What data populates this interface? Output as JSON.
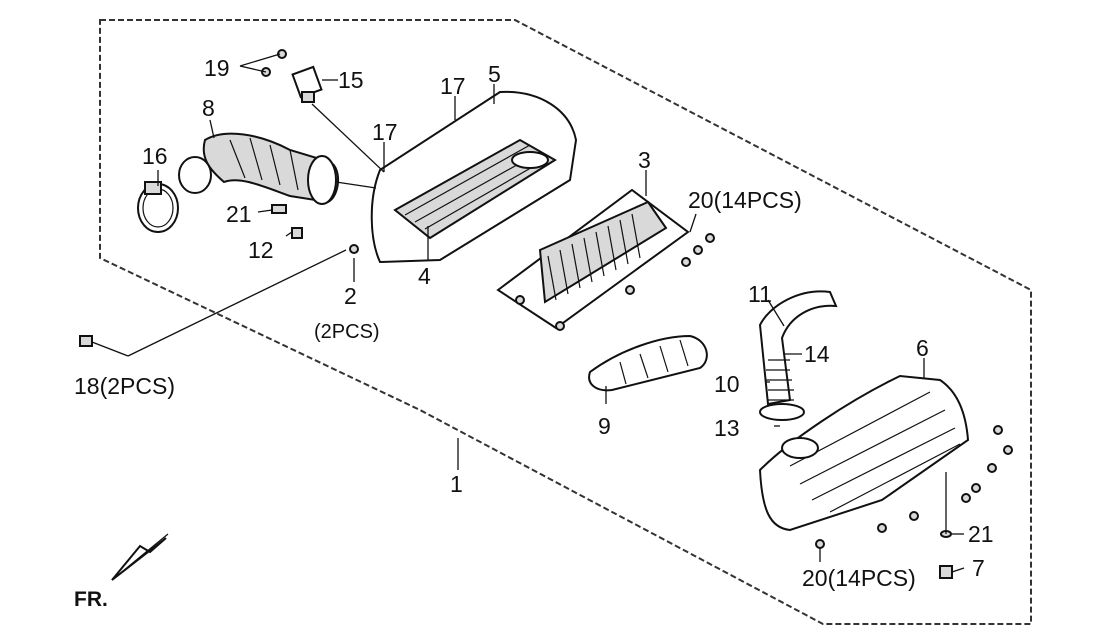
{
  "callouts": {
    "c1": "1",
    "c2": "2",
    "c2qty": "(2PCS)",
    "c3": "3",
    "c4": "4",
    "c5": "5",
    "c6": "6",
    "c7": "7",
    "c8": "8",
    "c9": "9",
    "c10": "10",
    "c11": "11",
    "c12": "12",
    "c13": "13",
    "c14": "14",
    "c15": "15",
    "c16": "16",
    "c17a": "17",
    "c17b": "17",
    "c18": "18(2PCS)",
    "c19": "19",
    "c20a": "20(14PCS)",
    "c20b": "20(14PCS)",
    "c21a": "21",
    "c21b": "21"
  },
  "orientation": {
    "label": "FR."
  },
  "icons": [
    "front-direction-arrow-icon"
  ],
  "colors": {
    "line": "#111111",
    "part_fill": "#ffffff",
    "shade": "#d9d9d9"
  }
}
